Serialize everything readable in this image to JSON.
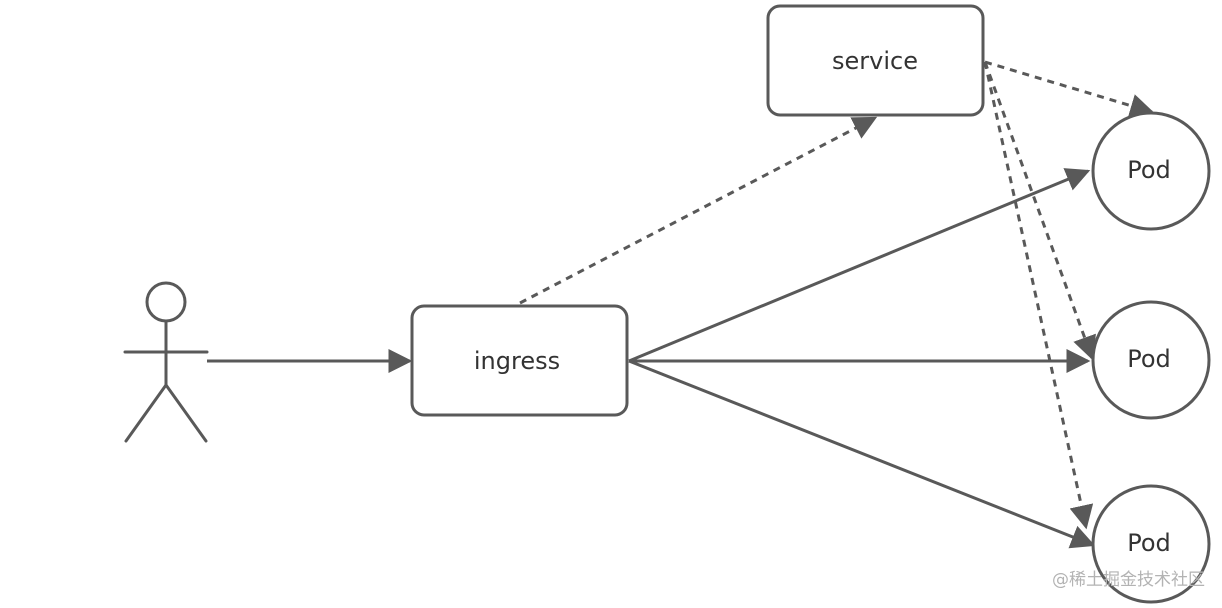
{
  "diagram": {
    "actor": {
      "role": "user"
    },
    "ingress": {
      "label": "ingress"
    },
    "service": {
      "label": "service"
    },
    "pods": [
      {
        "label": "Pod"
      },
      {
        "label": "Pod"
      },
      {
        "label": "Pod"
      }
    ],
    "edges": [
      {
        "from": "user",
        "to": "ingress",
        "style": "solid"
      },
      {
        "from": "ingress",
        "to": "service",
        "style": "dashed"
      },
      {
        "from": "ingress",
        "to": "pod-1",
        "style": "solid"
      },
      {
        "from": "ingress",
        "to": "pod-2",
        "style": "solid"
      },
      {
        "from": "ingress",
        "to": "pod-3",
        "style": "solid"
      },
      {
        "from": "service",
        "to": "pod-1",
        "style": "dashed"
      },
      {
        "from": "service",
        "to": "pod-2",
        "style": "dashed"
      },
      {
        "from": "service",
        "to": "pod-3",
        "style": "dashed"
      }
    ]
  },
  "watermark": "@稀土掘金技术社区",
  "colors": {
    "stroke": "#595959",
    "text": "#333333",
    "watermark": "#b3b3b3",
    "background": "#ffffff"
  }
}
